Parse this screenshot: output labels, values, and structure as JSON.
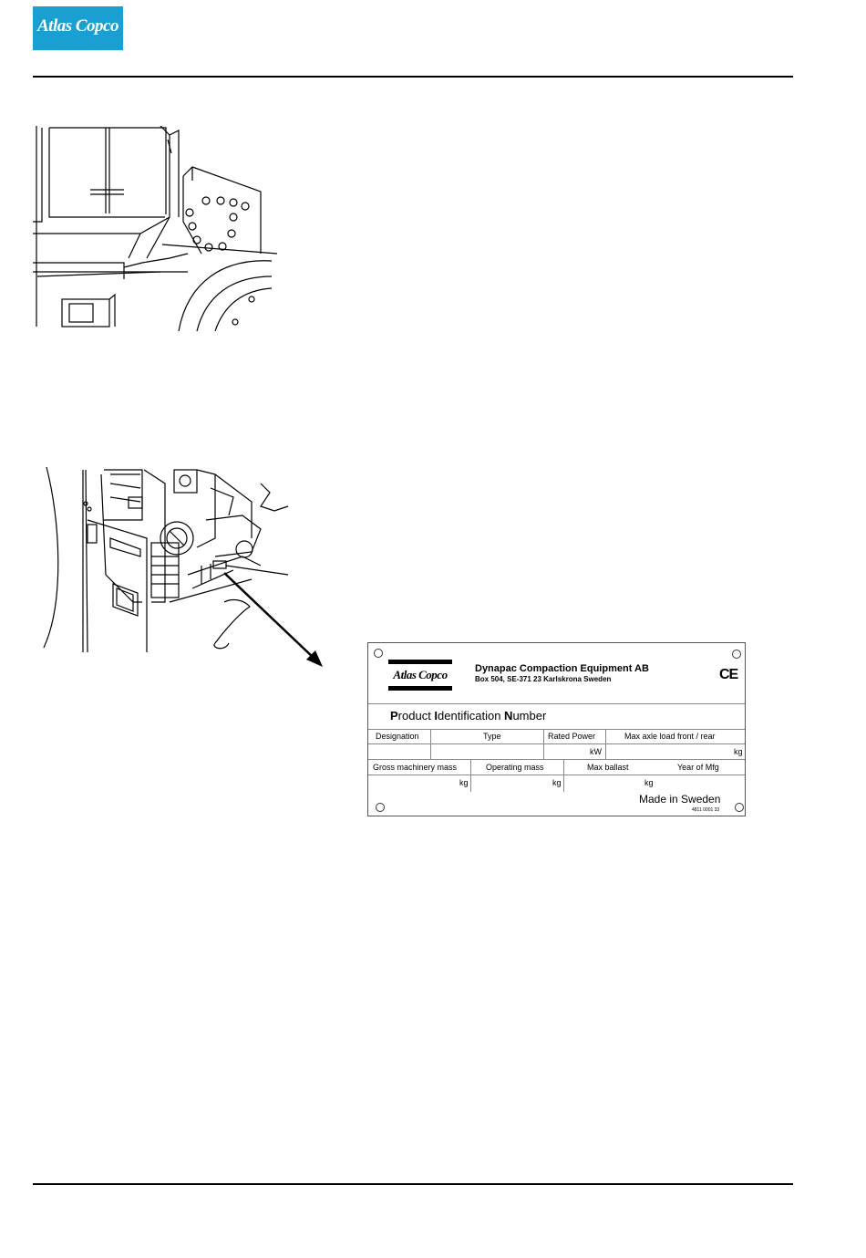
{
  "header": {
    "logo_text": "Atlas Copco",
    "accent_color": "#1a9fd2"
  },
  "plate": {
    "logo_text": "Atlas Copco",
    "company": "Dynapac Compaction Equipment AB",
    "address": "Box 504, SE-371 23 Karlskrona Sweden",
    "ce_mark": "CE",
    "pin_title": "Product Identification Number",
    "designation": "Designation",
    "type": "Type",
    "rated_power": "Rated Power",
    "max_axle_load": "Max axle load front / rear",
    "unit_kw": "kW",
    "unit_kg": "kg",
    "gross_mass": "Gross machinery mass",
    "operating_mass": "Operating mass",
    "max_ballast": "Max ballast",
    "year_of_mfg": "Year of Mfg",
    "made_in": "Made in Sweden",
    "part_code": "4811 0001 33"
  }
}
